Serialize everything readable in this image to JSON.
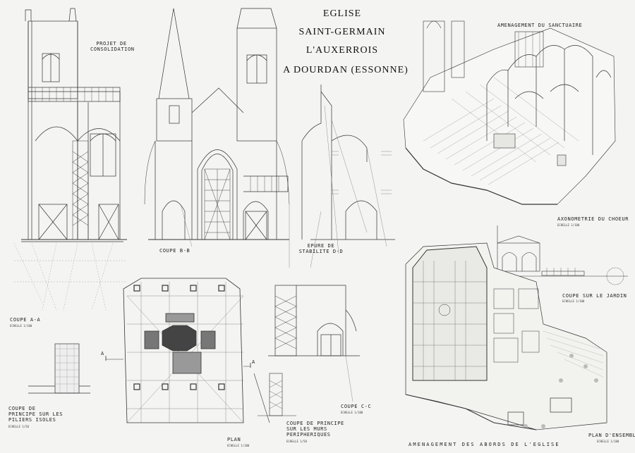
{
  "title": {
    "line1": "EGLISE",
    "line2": "SAINT-GERMAIN",
    "line3": "L'AUXERROIS",
    "line4": "A DOURDAN (ESSONNE)"
  },
  "labels": {
    "projet": "PROJET DE CONSOLIDATION",
    "amenagement_sanctuaire": "AMENAGEMENT DU SANCTUAIRE",
    "coupe_aa": "COUPE A-A",
    "coupe_aa_scale": "ECHELLE 1/100",
    "coupe_bb": "COUPE B-B",
    "epure": "EPURE DE STABILITE D-D",
    "axonometrie": "AXONOMETRIE DU CHOEUR",
    "axonometrie_scale": "ECHELLE 1/100",
    "coupe_jardin": "COUPE SUR LE JARDIN",
    "coupe_jardin_scale": "ECHELLE 1/100",
    "coupe_piliers": "COUPE DE PRINCIPE SUR LES PILIERS ISOLES",
    "coupe_piliers_scale": "ECHELLE 1/50",
    "plan": "PLAN",
    "plan_scale": "ECHELLE 1/100",
    "coupe_murs": "COUPE DE PRINCIPE SUR LES MURS PERIPHERIQUES",
    "coupe_murs_scale": "ECHELLE 1/50",
    "coupe_cc": "COUPE C-C",
    "coupe_cc_scale": "ECHELLE 1/100",
    "amenagement_abords": "AMENAGEMENT DES ABORDS DE L'EGLISE",
    "plan_ensemble": "PLAN D'ENSEMBLE",
    "plan_ensemble_scale": "ECHELLE 1/100",
    "section_a_left": "A",
    "section_a_right": "A"
  }
}
